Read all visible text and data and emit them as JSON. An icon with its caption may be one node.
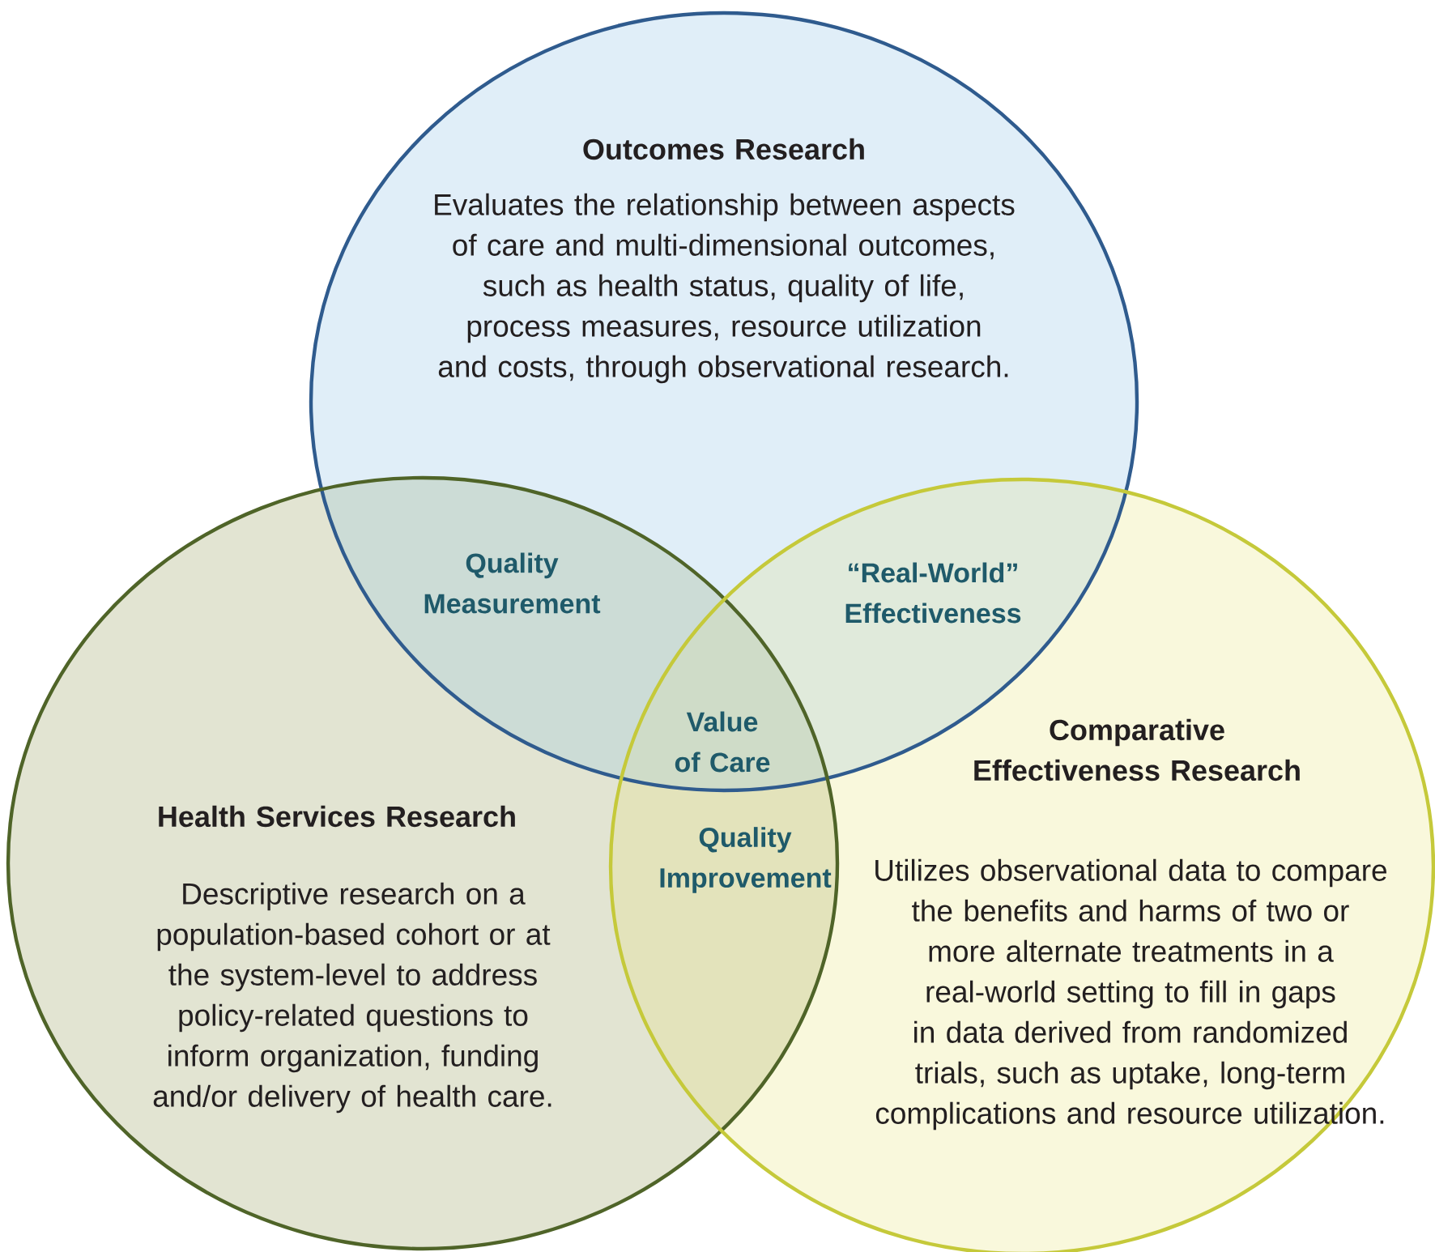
{
  "diagram": {
    "nodes": [
      {
        "text": [
          "Outcomes Research",
          "Evaluates the relationship between aspects of care and multi-dimensional outcomes, such as health status, quality of life, process measures, resource utilization and costs, through observational research."
        ]
      },
      {
        "text": [
          "Health Services Research",
          "Descriptive research on a population-based cohort or at the system-level to address policy-related questions to inform organization, funding and/or delivery of health care."
        ]
      },
      {
        "text": [
          "Comparative Effectiveness Research",
          "Utilizes observational data to compare the benefits and harms of two or more alternate treatments in a real-world setting to fill in gaps in data derived from randomized trials, such as uptake, long-term complications and resource utilization."
        ]
      }
    ],
    "labels": [
      "Quality Measurement",
      "“Real-World” Effectiveness",
      "Value of Care",
      "Quality Improvement"
    ]
  }
}
